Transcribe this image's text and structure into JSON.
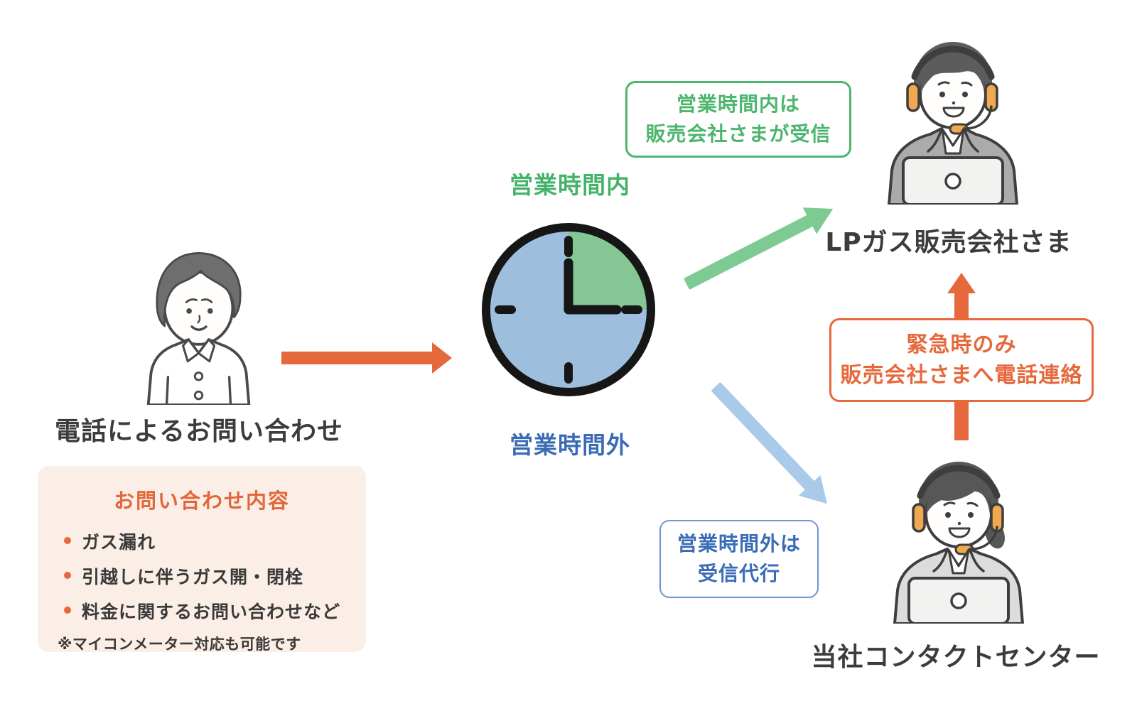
{
  "customer": {
    "label": "電話によるお問い合わせ"
  },
  "inquiry_box": {
    "title": "お問い合わせ内容",
    "items": [
      "ガス漏れ",
      "引越しに伴うガス開・閉栓",
      "料金に関するお問い合わせなど"
    ],
    "note": "※マイコンメーター対応も可能です"
  },
  "clock": {
    "business_hours_label": "営業時間内",
    "after_hours_label": "営業時間外"
  },
  "green_note": {
    "line1": "営業時間内は",
    "line2": "販売会社さまが受信"
  },
  "blue_note": {
    "line1": "営業時間外は",
    "line2": "受信代行"
  },
  "orange_note": {
    "line1": "緊急時のみ",
    "line2": "販売会社さまへ電話連絡"
  },
  "destinations": {
    "lp_gas_company": "LPガス販売会社さま",
    "contact_center": "当社コンタクトセンター"
  },
  "icons": {
    "customer-illustration": "standing person in white shirt",
    "clock-icon": "clock with green quarter (12-3) on blue face",
    "operator-top-illustration": "male call-center agent with headset and laptop",
    "operator-bottom-illustration": "female call-center agent with headset and laptop",
    "arrow-right-orange-icon": "orange right arrow",
    "arrow-up-right-green-icon": "green diagonal up arrow",
    "arrow-down-right-blue-icon": "blue diagonal down arrow",
    "arrow-up-orange-icon": "orange vertical up arrow"
  },
  "colors": {
    "orange": "#E5693C",
    "orange_text": "#E2673A",
    "green": "#4CB56E",
    "green_label": "#45B26A",
    "green_arrow": "#7DCA92",
    "blue_text": "#3A6BB5",
    "blue_border": "#6B97D1",
    "blue_arrow": "#A9CAE8",
    "clock_blue": "#9DBFDD",
    "clock_green": "#84C795",
    "dark_text": "#3C3C3C",
    "inquiry_bg": "#FBEEE6",
    "headset_accent": "#F0A950",
    "suit_gray_dark": "#ABABAB",
    "suit_gray_light": "#DCDCDA"
  }
}
